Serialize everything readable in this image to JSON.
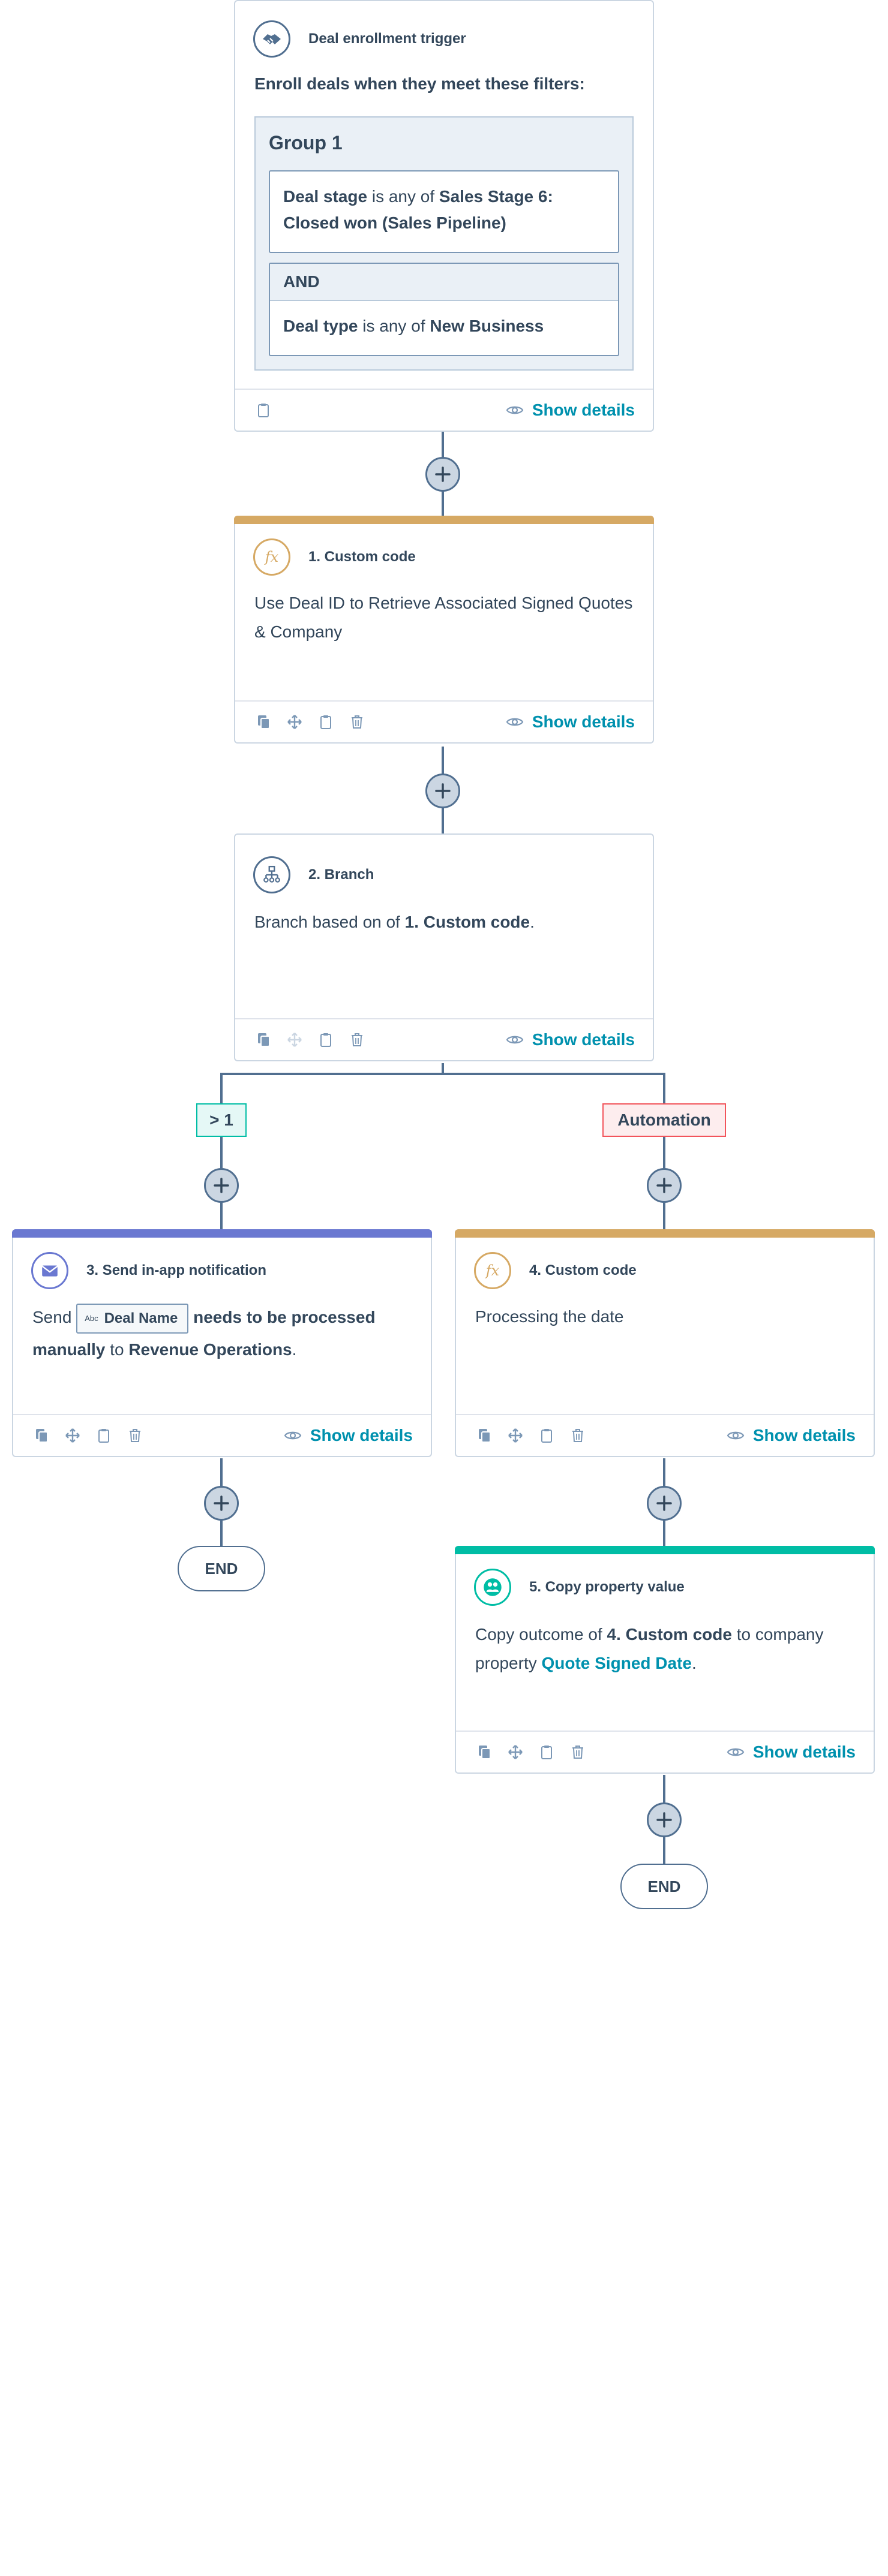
{
  "trigger": {
    "title": "Deal enrollment trigger",
    "heading": "Enroll deals when they meet these filters:",
    "group_title": "Group 1",
    "filter1": {
      "prop": "Deal stage",
      "op": "is any of",
      "value": "Sales Stage 6: Closed won (Sales Pipeline)"
    },
    "and_label": "AND",
    "filter2": {
      "prop": "Deal type",
      "op": "is any of",
      "value": "New Business"
    },
    "show_details": "Show details"
  },
  "step1": {
    "title": "1. Custom code",
    "body": "Use Deal ID to Retrieve Associated Signed Quotes & Company",
    "show_details": "Show details"
  },
  "step2": {
    "title": "2. Branch",
    "body_prefix": "Branch based on of",
    "body_ref": "1. Custom code",
    "body_suffix": ".",
    "show_details": "Show details"
  },
  "branches": {
    "left_label": "> 1",
    "right_label": "Automation"
  },
  "step3": {
    "title": "3. Send in-app notification",
    "body_send": "Send",
    "token_abc": "Abc",
    "token_label": "Deal Name",
    "body_needs": "needs to be processed manually",
    "body_to": "to",
    "body_team": "Revenue Operations",
    "body_end": ".",
    "show_details": "Show details"
  },
  "step4": {
    "title": "4. Custom code",
    "body": "Processing the date",
    "show_details": "Show details"
  },
  "step5": {
    "title": "5. Copy property value",
    "body_prefix": "Copy outcome of",
    "body_ref": "4. Custom code",
    "body_mid": "to company property",
    "body_link": "Quote Signed Date",
    "body_end": ".",
    "show_details": "Show details"
  },
  "end_label": "END",
  "colors": {
    "custom_code_bar": "#d6a964",
    "notification_bar": "#6a78d1",
    "copy_property_bar": "#00bda5",
    "link": "#0091ae",
    "connector": "#516f90"
  },
  "icons": {
    "trigger": "handshake-icon",
    "custom_code": "fx-icon",
    "branch": "branch-icon",
    "notification": "envelope-icon",
    "copy_property": "people-icon",
    "add": "plus-icon",
    "copy": "copy-icon",
    "move": "move-icon",
    "clipboard": "clipboard-icon",
    "delete": "trash-icon",
    "show": "eye-icon"
  }
}
